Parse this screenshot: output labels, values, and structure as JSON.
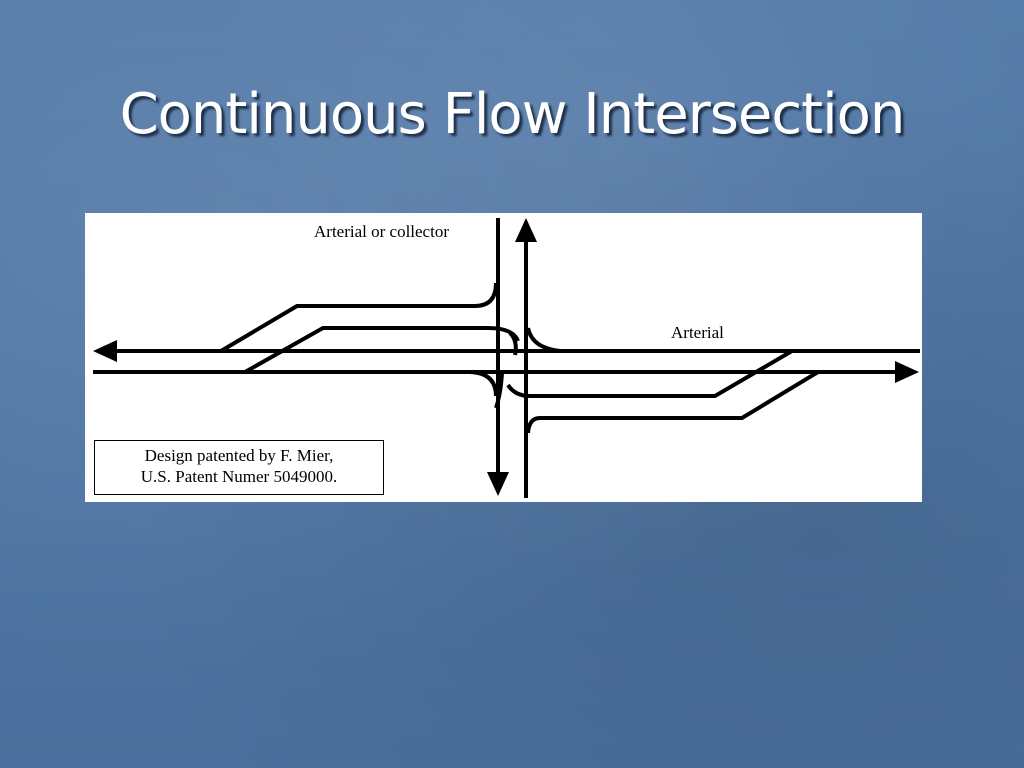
{
  "slide": {
    "title": "Continuous Flow Intersection"
  },
  "diagram": {
    "label_cross_road": "Arterial or collector",
    "label_main_road": "Arterial",
    "patent_note": {
      "line1": "Design patented by F. Mier,",
      "line2": "U.S. Patent  Numer 5049000."
    },
    "colors": {
      "panel": "#ffffff",
      "ink": "#000000",
      "slide_background": "#5279a8",
      "title": "#ffffff"
    },
    "icons": [
      "arrow-left-icon",
      "arrow-right-icon",
      "arrow-up-icon",
      "arrow-down-icon"
    ]
  }
}
